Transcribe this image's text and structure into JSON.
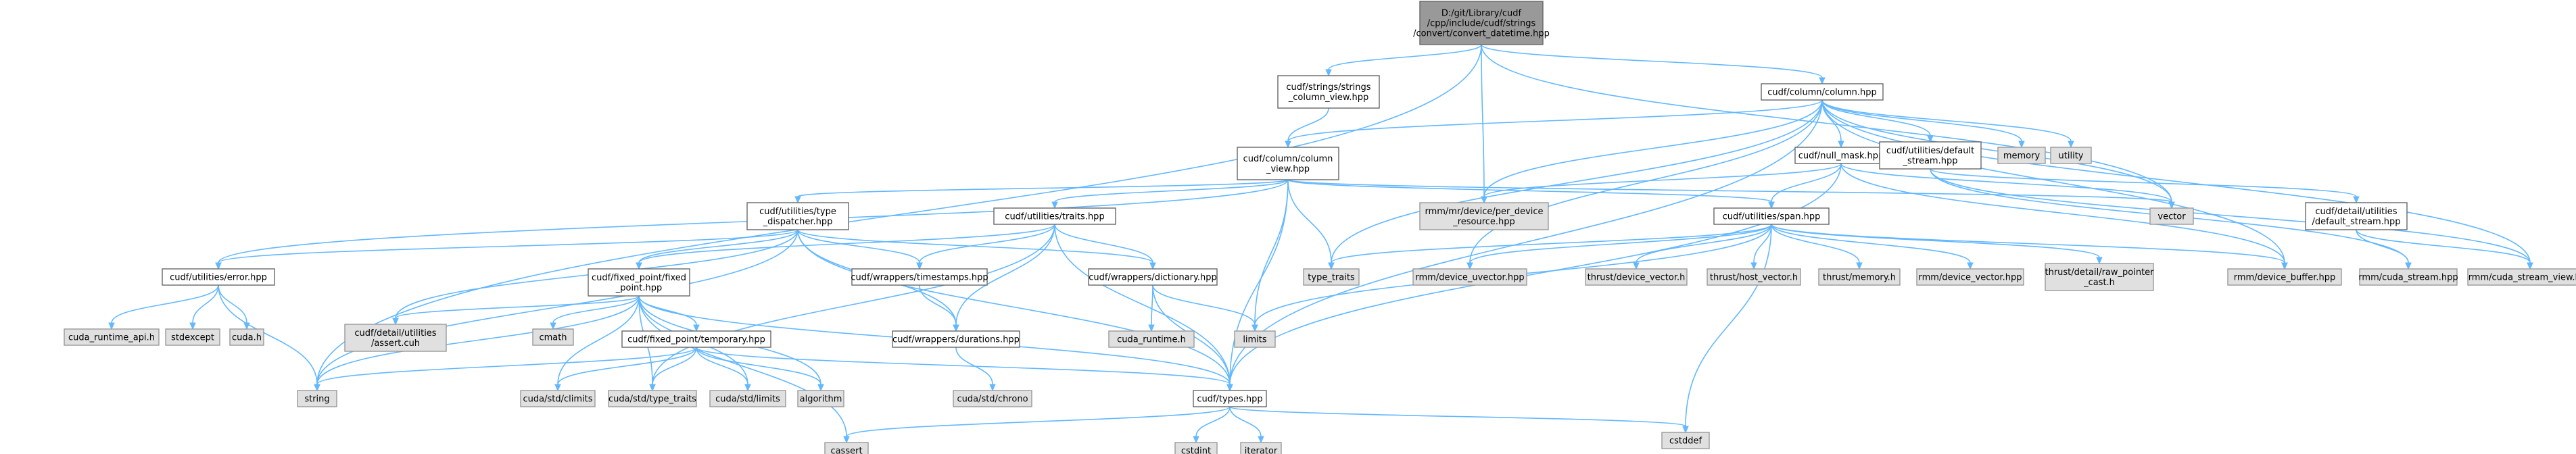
{
  "colors": {
    "root_fill": "#999999",
    "internal_fill": "#ffffff",
    "external_fill": "#e0e0e0",
    "border": "#666666",
    "external_border": "#999999",
    "edge": "#63b8ff",
    "external_edge": "#7f7f7f"
  },
  "nodes": [
    {
      "id": "root",
      "kind": "root",
      "lines": [
        "D:/git/Library/cudf",
        "/cpp/include/cudf/strings",
        "/convert/convert_datetime.hpp"
      ]
    },
    {
      "id": "strings_column_view",
      "kind": "internal",
      "lines": [
        "cudf/strings/strings",
        "_column_view.hpp"
      ]
    },
    {
      "id": "column",
      "kind": "internal",
      "lines": [
        "cudf/column/column.hpp"
      ]
    },
    {
      "id": "column_view",
      "kind": "internal",
      "lines": [
        "cudf/column/column",
        "_view.hpp"
      ]
    },
    {
      "id": "null_mask",
      "kind": "internal",
      "lines": [
        "cudf/null_mask.hpp"
      ]
    },
    {
      "id": "default_stream",
      "kind": "internal",
      "lines": [
        "cudf/utilities/default",
        "_stream.hpp"
      ]
    },
    {
      "id": "memory",
      "kind": "external",
      "lines": [
        "memory"
      ]
    },
    {
      "id": "utility",
      "kind": "external",
      "lines": [
        "utility"
      ]
    },
    {
      "id": "per_device_resource",
      "kind": "external",
      "lines": [
        "rmm/mr/device/per_device",
        "_resource.hpp"
      ]
    },
    {
      "id": "vector",
      "kind": "external",
      "lines": [
        "vector"
      ]
    },
    {
      "id": "detail_default_stream",
      "kind": "internal",
      "lines": [
        "cudf/detail/utilities",
        "/default_stream.hpp"
      ]
    },
    {
      "id": "type_dispatcher",
      "kind": "internal",
      "lines": [
        "cudf/utilities/type",
        "_dispatcher.hpp"
      ]
    },
    {
      "id": "traits",
      "kind": "internal",
      "lines": [
        "cudf/utilities/traits.hpp"
      ]
    },
    {
      "id": "span",
      "kind": "internal",
      "lines": [
        "cudf/utilities/span.hpp"
      ]
    },
    {
      "id": "error",
      "kind": "internal",
      "lines": [
        "cudf/utilities/error.hpp"
      ]
    },
    {
      "id": "fixed_point",
      "kind": "internal",
      "lines": [
        "cudf/fixed_point/fixed",
        "_point.hpp"
      ]
    },
    {
      "id": "timestamps",
      "kind": "internal",
      "lines": [
        "cudf/wrappers/timestamps.hpp"
      ]
    },
    {
      "id": "dictionary",
      "kind": "internal",
      "lines": [
        "cudf/wrappers/dictionary.hpp"
      ]
    },
    {
      "id": "type_traits",
      "kind": "external",
      "lines": [
        "type_traits"
      ]
    },
    {
      "id": "device_uvector",
      "kind": "external",
      "lines": [
        "rmm/device_uvector.hpp"
      ]
    },
    {
      "id": "thrust_device_vector",
      "kind": "external",
      "lines": [
        "thrust/device_vector.h"
      ]
    },
    {
      "id": "thrust_host_vector",
      "kind": "external",
      "lines": [
        "thrust/host_vector.h"
      ]
    },
    {
      "id": "thrust_memory",
      "kind": "external",
      "lines": [
        "thrust/memory.h"
      ]
    },
    {
      "id": "rmm_device_vector",
      "kind": "external",
      "lines": [
        "rmm/device_vector.hpp"
      ]
    },
    {
      "id": "raw_pointer_cast",
      "kind": "external",
      "lines": [
        "thrust/detail/raw_pointer",
        "_cast.h"
      ]
    },
    {
      "id": "device_buffer",
      "kind": "external",
      "lines": [
        "rmm/device_buffer.hpp"
      ]
    },
    {
      "id": "cuda_stream",
      "kind": "external",
      "lines": [
        "rmm/cuda_stream.hpp"
      ]
    },
    {
      "id": "cuda_stream_view",
      "kind": "external",
      "lines": [
        "rmm/cuda_stream_view.hpp"
      ]
    },
    {
      "id": "cuda_runtime_api",
      "kind": "external",
      "lines": [
        "cuda_runtime_api.h"
      ]
    },
    {
      "id": "stdexcept",
      "kind": "external",
      "lines": [
        "stdexcept"
      ]
    },
    {
      "id": "cuda_h",
      "kind": "external",
      "lines": [
        "cuda.h"
      ]
    },
    {
      "id": "assert_cuh",
      "kind": "external",
      "lines": [
        "cudf/detail/utilities",
        "/assert.cuh"
      ]
    },
    {
      "id": "cmath",
      "kind": "external",
      "lines": [
        "cmath"
      ]
    },
    {
      "id": "temporary",
      "kind": "internal",
      "lines": [
        "cudf/fixed_point/temporary.hpp"
      ]
    },
    {
      "id": "durations",
      "kind": "internal",
      "lines": [
        "cudf/wrappers/durations.hpp"
      ]
    },
    {
      "id": "cuda_runtime_h",
      "kind": "external",
      "lines": [
        "cuda_runtime.h"
      ]
    },
    {
      "id": "limits",
      "kind": "external",
      "lines": [
        "limits"
      ]
    },
    {
      "id": "string",
      "kind": "external",
      "lines": [
        "string"
      ]
    },
    {
      "id": "climits",
      "kind": "external",
      "lines": [
        "cuda/std/climits"
      ]
    },
    {
      "id": "cuda_type_traits",
      "kind": "external",
      "lines": [
        "cuda/std/type_traits"
      ]
    },
    {
      "id": "cuda_limits",
      "kind": "external",
      "lines": [
        "cuda/std/limits"
      ]
    },
    {
      "id": "algorithm",
      "kind": "external",
      "lines": [
        "algorithm"
      ]
    },
    {
      "id": "chrono",
      "kind": "external",
      "lines": [
        "cuda/std/chrono"
      ]
    },
    {
      "id": "types",
      "kind": "internal",
      "lines": [
        "cudf/types.hpp"
      ]
    },
    {
      "id": "cassert",
      "kind": "external",
      "lines": [
        "cassert"
      ]
    },
    {
      "id": "cstdint",
      "kind": "external",
      "lines": [
        "cstdint"
      ]
    },
    {
      "id": "iterator",
      "kind": "external",
      "lines": [
        "iterator"
      ]
    },
    {
      "id": "cstddef",
      "kind": "external",
      "lines": [
        "cstddef"
      ]
    }
  ],
  "edges": [
    [
      "root",
      "strings_column_view"
    ],
    [
      "root",
      "column"
    ],
    [
      "root",
      "per_device_resource"
    ],
    [
      "root",
      "string"
    ],
    [
      "root",
      "vector"
    ],
    [
      "strings_column_view",
      "column_view"
    ],
    [
      "column",
      "column_view"
    ],
    [
      "column",
      "null_mask"
    ],
    [
      "column",
      "default_stream"
    ],
    [
      "column",
      "memory"
    ],
    [
      "column",
      "utility"
    ],
    [
      "column",
      "per_device_resource"
    ],
    [
      "column",
      "vector"
    ],
    [
      "column",
      "types"
    ],
    [
      "column",
      "device_buffer"
    ],
    [
      "column",
      "cuda_stream_view"
    ],
    [
      "column",
      "device_uvector"
    ],
    [
      "column",
      "type_traits"
    ],
    [
      "column_view",
      "type_dispatcher"
    ],
    [
      "column_view",
      "traits"
    ],
    [
      "column_view",
      "span"
    ],
    [
      "column_view",
      "error"
    ],
    [
      "column_view",
      "types"
    ],
    [
      "column_view",
      "limits"
    ],
    [
      "column_view",
      "type_traits"
    ],
    [
      "column_view",
      "vector"
    ],
    [
      "null_mask",
      "span"
    ],
    [
      "null_mask",
      "per_device_resource"
    ],
    [
      "null_mask",
      "vector"
    ],
    [
      "null_mask",
      "device_buffer"
    ],
    [
      "null_mask",
      "types"
    ],
    [
      "default_stream",
      "detail_default_stream"
    ],
    [
      "default_stream",
      "cuda_stream_view"
    ],
    [
      "default_stream",
      "cuda_stream"
    ],
    [
      "detail_default_stream",
      "cuda_stream"
    ],
    [
      "detail_default_stream",
      "cuda_stream_view"
    ],
    [
      "type_dispatcher",
      "error"
    ],
    [
      "type_dispatcher",
      "fixed_point"
    ],
    [
      "type_dispatcher",
      "timestamps"
    ],
    [
      "type_dispatcher",
      "dictionary"
    ],
    [
      "type_dispatcher",
      "durations"
    ],
    [
      "type_dispatcher",
      "types"
    ],
    [
      "type_dispatcher",
      "assert_cuh"
    ],
    [
      "type_dispatcher",
      "string"
    ],
    [
      "traits",
      "fixed_point"
    ],
    [
      "traits",
      "timestamps"
    ],
    [
      "traits",
      "dictionary"
    ],
    [
      "traits",
      "durations"
    ],
    [
      "traits",
      "types"
    ],
    [
      "traits",
      "cuda_type_traits"
    ],
    [
      "span",
      "type_traits"
    ],
    [
      "span",
      "device_uvector"
    ],
    [
      "span",
      "thrust_device_vector"
    ],
    [
      "span",
      "thrust_host_vector"
    ],
    [
      "span",
      "thrust_memory"
    ],
    [
      "span",
      "rmm_device_vector"
    ],
    [
      "span",
      "raw_pointer_cast"
    ],
    [
      "span",
      "device_buffer"
    ],
    [
      "span",
      "limits"
    ],
    [
      "span",
      "cstddef"
    ],
    [
      "error",
      "cuda_runtime_api"
    ],
    [
      "error",
      "stdexcept"
    ],
    [
      "error",
      "cuda_h"
    ],
    [
      "error",
      "string"
    ],
    [
      "fixed_point",
      "temporary"
    ],
    [
      "fixed_point",
      "assert_cuh"
    ],
    [
      "fixed_point",
      "cmath"
    ],
    [
      "fixed_point",
      "string"
    ],
    [
      "fixed_point",
      "climits"
    ],
    [
      "fixed_point",
      "cuda_type_traits"
    ],
    [
      "fixed_point",
      "cuda_limits"
    ],
    [
      "fixed_point",
      "algorithm"
    ],
    [
      "fixed_point",
      "types"
    ],
    [
      "fixed_point",
      "cassert"
    ],
    [
      "timestamps",
      "durations"
    ],
    [
      "dictionary",
      "cuda_runtime_h"
    ],
    [
      "dictionary",
      "limits"
    ],
    [
      "dictionary",
      "types"
    ],
    [
      "durations",
      "chrono"
    ],
    [
      "temporary",
      "climits"
    ],
    [
      "temporary",
      "cuda_type_traits"
    ],
    [
      "temporary",
      "cuda_limits"
    ],
    [
      "temporary",
      "algorithm"
    ],
    [
      "temporary",
      "string"
    ],
    [
      "temporary",
      "types"
    ],
    [
      "types",
      "cassert"
    ],
    [
      "types",
      "cstdint"
    ],
    [
      "types",
      "iterator"
    ],
    [
      "types",
      "cstddef"
    ]
  ]
}
